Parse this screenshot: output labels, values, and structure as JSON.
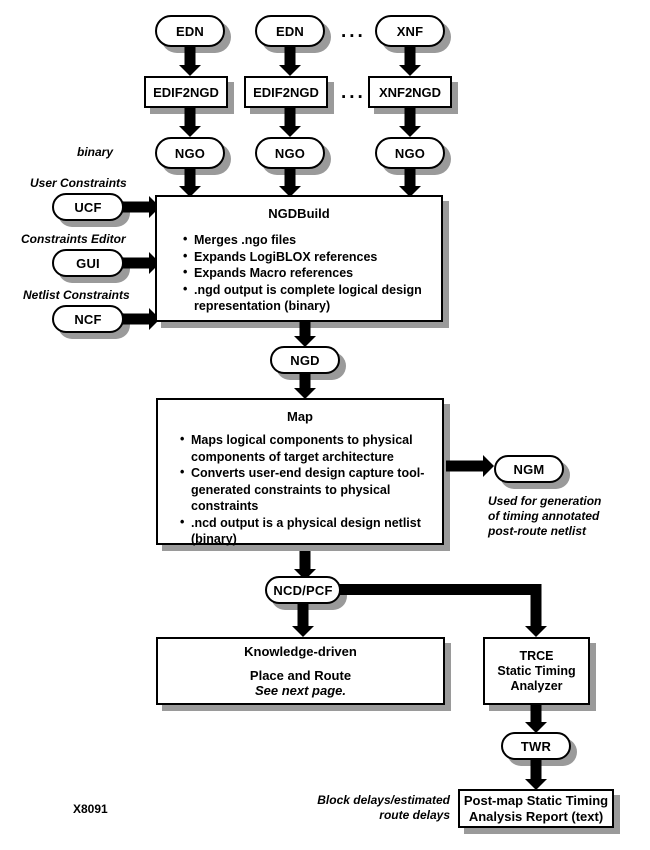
{
  "figure": {
    "id_label": "X8091",
    "ellipsis": "..."
  },
  "netlist_inputs": [
    {
      "name": "EDN",
      "translator": "EDIF2NGD",
      "output": "NGO"
    },
    {
      "name": "EDN",
      "translator": "EDIF2NGD",
      "output": "NGO"
    },
    {
      "name": "XNF",
      "translator": "XNF2NGD",
      "output": "NGO"
    }
  ],
  "labels": {
    "binary": "binary",
    "user_constraints": "User Constraints",
    "constraints_editor": "Constraints Editor",
    "netlist_constraints": "Netlist Constraints",
    "ngm_note_line1": "Used for generation",
    "ngm_note_line2": "of timing annotated",
    "ngm_note_line3": "post-route netlist",
    "block_delays_line1": "Block delays/estimated",
    "block_delays_line2": "route delays"
  },
  "constraint_files": [
    {
      "name": "UCF",
      "caption": "User Constraints"
    },
    {
      "name": "GUI",
      "caption": "Constraints Editor"
    },
    {
      "name": "NCF",
      "caption": "Netlist Constraints"
    }
  ],
  "ngdbuild": {
    "title": "NGDBuild",
    "bullets": [
      "Merges .ngo files",
      "Expands LogiBLOX references",
      "Expands Macro references",
      ".ngd output is complete logical design representation (binary)"
    ],
    "output": "NGD"
  },
  "map": {
    "title": "Map",
    "bullets": [
      "Maps logical components to physical components of target architecture",
      "Converts user-end design capture tool-generated constraints to physical constraints",
      ".ncd output is a physical design netlist (binary)"
    ],
    "side_output": "NGM",
    "output": "NCD/PCF"
  },
  "place_and_route": {
    "title": "Knowledge-driven",
    "subtitle": "Place and Route",
    "note": "See next page."
  },
  "trce": {
    "line1": "TRCE",
    "line2": "Static Timing",
    "line3": "Analyzer",
    "output": "TWR"
  },
  "report": {
    "line1": "Post-map Static Timing",
    "line2": "Analysis Report (text)"
  },
  "colors": {
    "shadow": "#9a9a9a",
    "stroke": "#000000",
    "fill": "#ffffff"
  }
}
